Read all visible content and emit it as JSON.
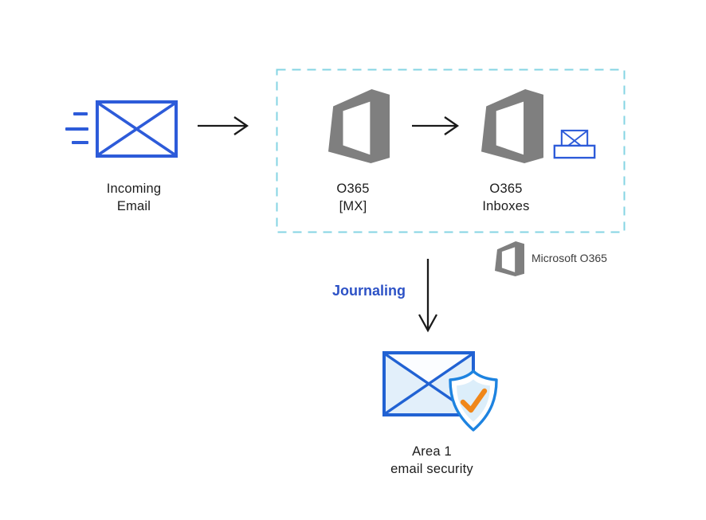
{
  "diagram": {
    "incoming_email": {
      "line1": "Incoming",
      "line2": "Email"
    },
    "o365_mx": {
      "line1": "O365",
      "line2": "[MX]"
    },
    "o365_inboxes": {
      "line1": "O365",
      "line2": "Inboxes"
    },
    "journaling": {
      "label": "Journaling"
    },
    "legend": {
      "label": "Microsoft O365"
    },
    "area1": {
      "line1": "Area 1",
      "line2": "email security"
    }
  },
  "colors": {
    "envelope_blue": "#2d5bd9",
    "dashed_border": "#85d4e3",
    "office_gray": "#7f7f7f",
    "journaling_blue": "#2d52c6",
    "arrow_black": "#1a1a1a",
    "area1_envelope_fill": "#e2effa",
    "area1_stroke": "#2162d3",
    "shield_stroke": "#1d83e0",
    "shield_fill": "#dceefa",
    "check_orange": "#f0871a"
  }
}
